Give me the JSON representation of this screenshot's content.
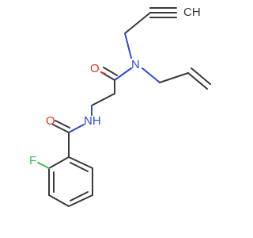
{
  "molecule": {
    "atoms": {
      "carbonyl_oxygen_top": "O",
      "amide_nitrogen_top": "N",
      "amide_nitrogen_mid": "NH",
      "carbonyl_oxygen_bottom": "O",
      "fluorine": "F",
      "alkyne_terminal": "CH"
    },
    "colors": {
      "carbon_bond": "#3a3a3a",
      "oxygen": "#e03020",
      "nitrogen": "#2a4bd7",
      "fluorine": "#4cb94c"
    }
  }
}
